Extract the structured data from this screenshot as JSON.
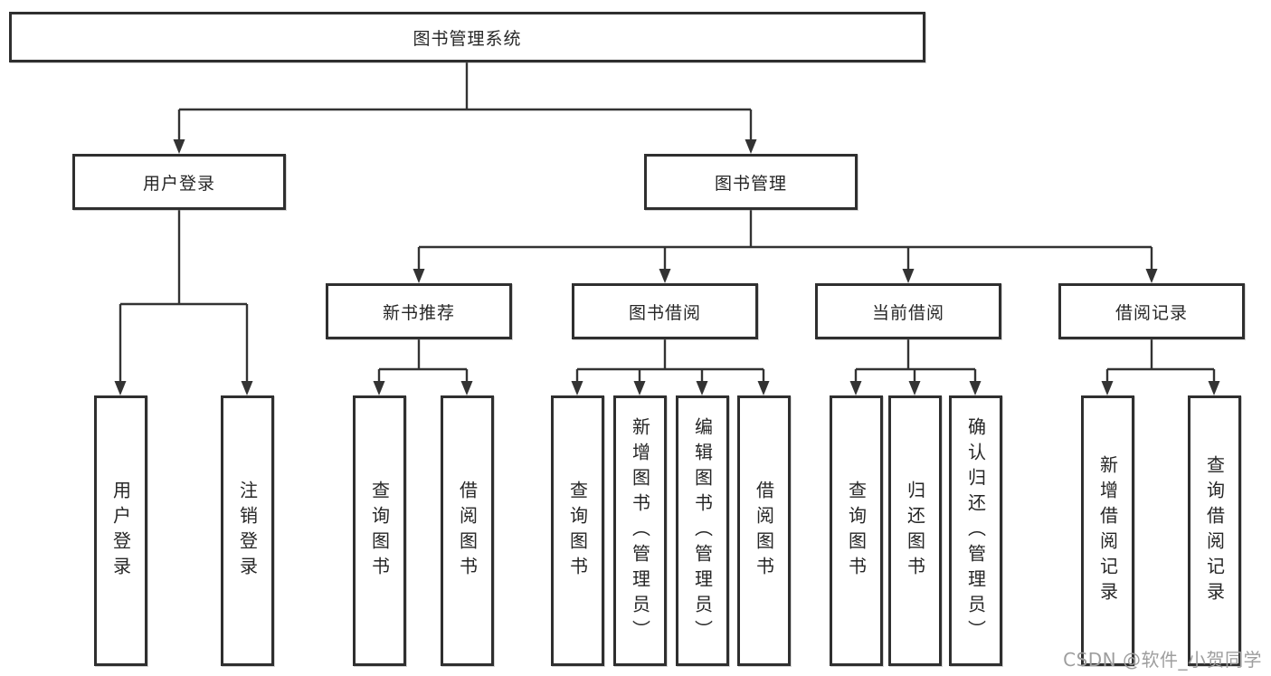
{
  "diagram": {
    "title": "图书管理系统",
    "branches": [
      {
        "label": "用户登录",
        "children": [
          "用户登录",
          "注销登录"
        ]
      },
      {
        "label": "图书管理",
        "sections": [
          {
            "label": "新书推荐",
            "children": [
              "查询图书",
              "借阅图书"
            ]
          },
          {
            "label": "图书借阅",
            "children": [
              "查询图书",
              "新增图书（管理员）",
              "编辑图书（管理员）",
              "借阅图书"
            ]
          },
          {
            "label": "当前借阅",
            "children": [
              "查询图书",
              "归还图书",
              "确认归还（管理员）"
            ]
          },
          {
            "label": "借阅记录",
            "children": [
              "新增借阅记录",
              "查询借阅记录"
            ]
          }
        ]
      }
    ]
  },
  "watermark": "CSDN @软件_小贺同学",
  "colors": {
    "line": "#333333",
    "text": "#262626",
    "background": "#ffffff",
    "watermark": "#9e9e9e"
  }
}
